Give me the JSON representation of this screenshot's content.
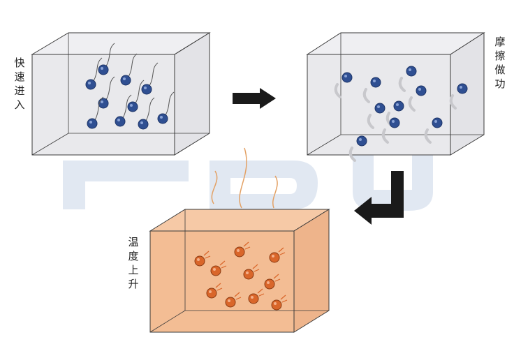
{
  "labels": {
    "fast_entry": "快\n速\n进\n入",
    "friction_work": "摩\n擦\n做\n功",
    "temperature_rise": "温\n度\n上\n升"
  },
  "watermark": "FBO",
  "colors": {
    "box_edge": "#3a3a3a",
    "clear_box_fill": "#e9e9ec",
    "heated_box_fill": "#f3bd94",
    "heated_box_front": "#f5c39f",
    "molecule_blue": "#2f4f92",
    "molecule_orange": "#d9662a",
    "arrow": "#1a1a1a",
    "heat_wave": "#e3a165",
    "watermark": "#c9d6e8"
  }
}
